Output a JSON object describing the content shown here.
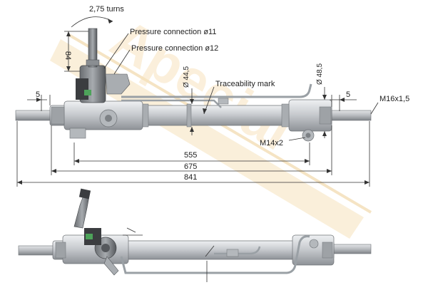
{
  "annotations": {
    "turns": "2,75 turns",
    "pressure_11": "Pressure connection ø11",
    "pressure_12": "Pressure connection ø12",
    "traceability": "Traceability mark",
    "thread_m16": "M16x1,5",
    "thread_m14": "M14x2"
  },
  "dimensions": {
    "pinion_height": "84",
    "tie_rod_left_offset": "5",
    "tie_rod_right_offset": "5",
    "diameter_left": "Ø 44,5",
    "diameter_right": "Ø 48,5",
    "length_inner": "555",
    "length_mid": "675",
    "length_overall": "841"
  },
  "watermark": {
    "text": "Apecial",
    "color": "#f1cc88"
  },
  "colors": {
    "housing": "#c9ccd0",
    "housing_dark": "#8e9297",
    "valve_dark": "#3b3d40",
    "accent_green": "#4da35a"
  }
}
